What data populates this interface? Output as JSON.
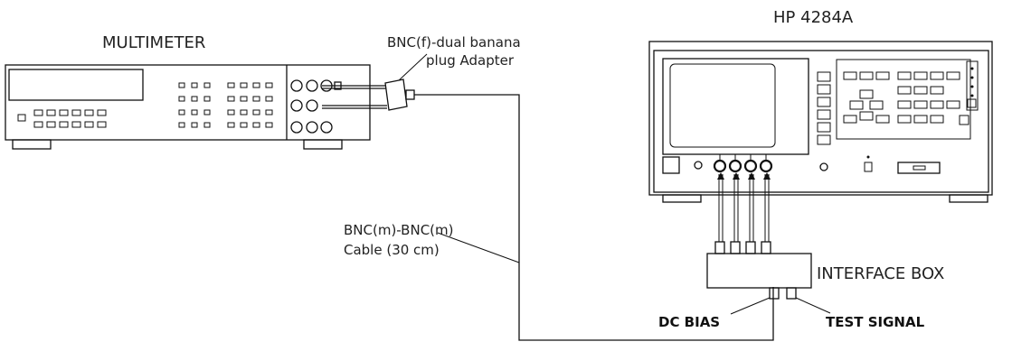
{
  "multimeter": {
    "title": "MULTIMETER"
  },
  "adapter": {
    "line1": "BNC(f)-dual banana",
    "line2": "plug Adapter"
  },
  "cable": {
    "line1": "BNC(m)-BNC(m)",
    "line2": "Cable (30 cm)"
  },
  "analyzer": {
    "title": "HP 4284A"
  },
  "interface_box": {
    "title": "INTERFACE BOX"
  },
  "ports": {
    "dc_bias": "DC BIAS",
    "test_signal": "TEST SIGNAL"
  }
}
